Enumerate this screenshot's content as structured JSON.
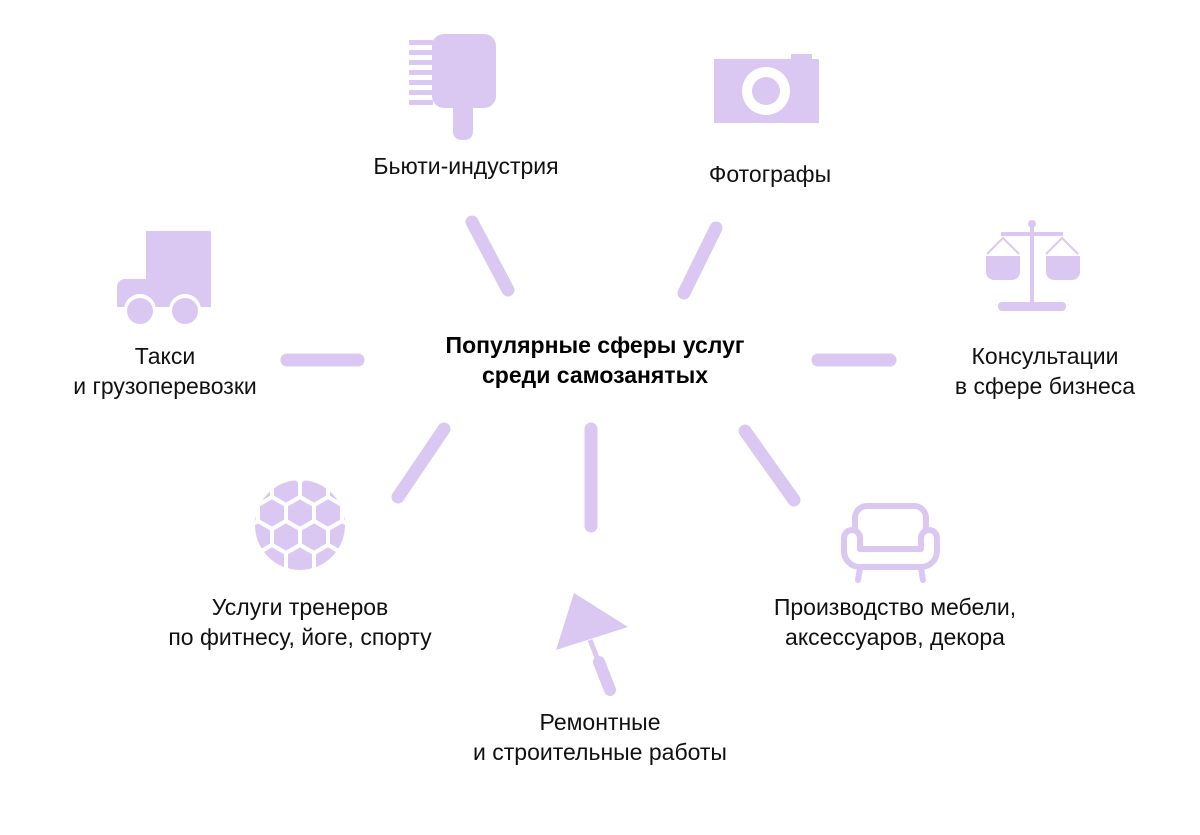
{
  "diagram": {
    "title": {
      "line1": "Популярные сферы услуг",
      "line2": "среди самозанятых"
    },
    "accent_color": "#dac8f2",
    "nodes": [
      {
        "id": "beauty",
        "icon": "comb-brush-icon",
        "line1": "Бьюти-индустрия",
        "line2": ""
      },
      {
        "id": "photo",
        "icon": "camera-icon",
        "line1": "Фотографы",
        "line2": ""
      },
      {
        "id": "consulting",
        "icon": "scales-icon",
        "line1": "Консультации",
        "line2": "в сфере бизнеса"
      },
      {
        "id": "furniture",
        "icon": "armchair-icon",
        "line1": "Производство мебели,",
        "line2": "аксессуаров, декора"
      },
      {
        "id": "repair",
        "icon": "trowel-icon",
        "line1": "Ремонтные",
        "line2": "и строительные работы"
      },
      {
        "id": "fitness",
        "icon": "ball-icon",
        "line1": "Услуги тренеров",
        "line2": "по фитнесу, йоге, спорту"
      },
      {
        "id": "taxi",
        "icon": "truck-icon",
        "line1": "Такси",
        "line2": "и грузоперевозки"
      }
    ]
  }
}
